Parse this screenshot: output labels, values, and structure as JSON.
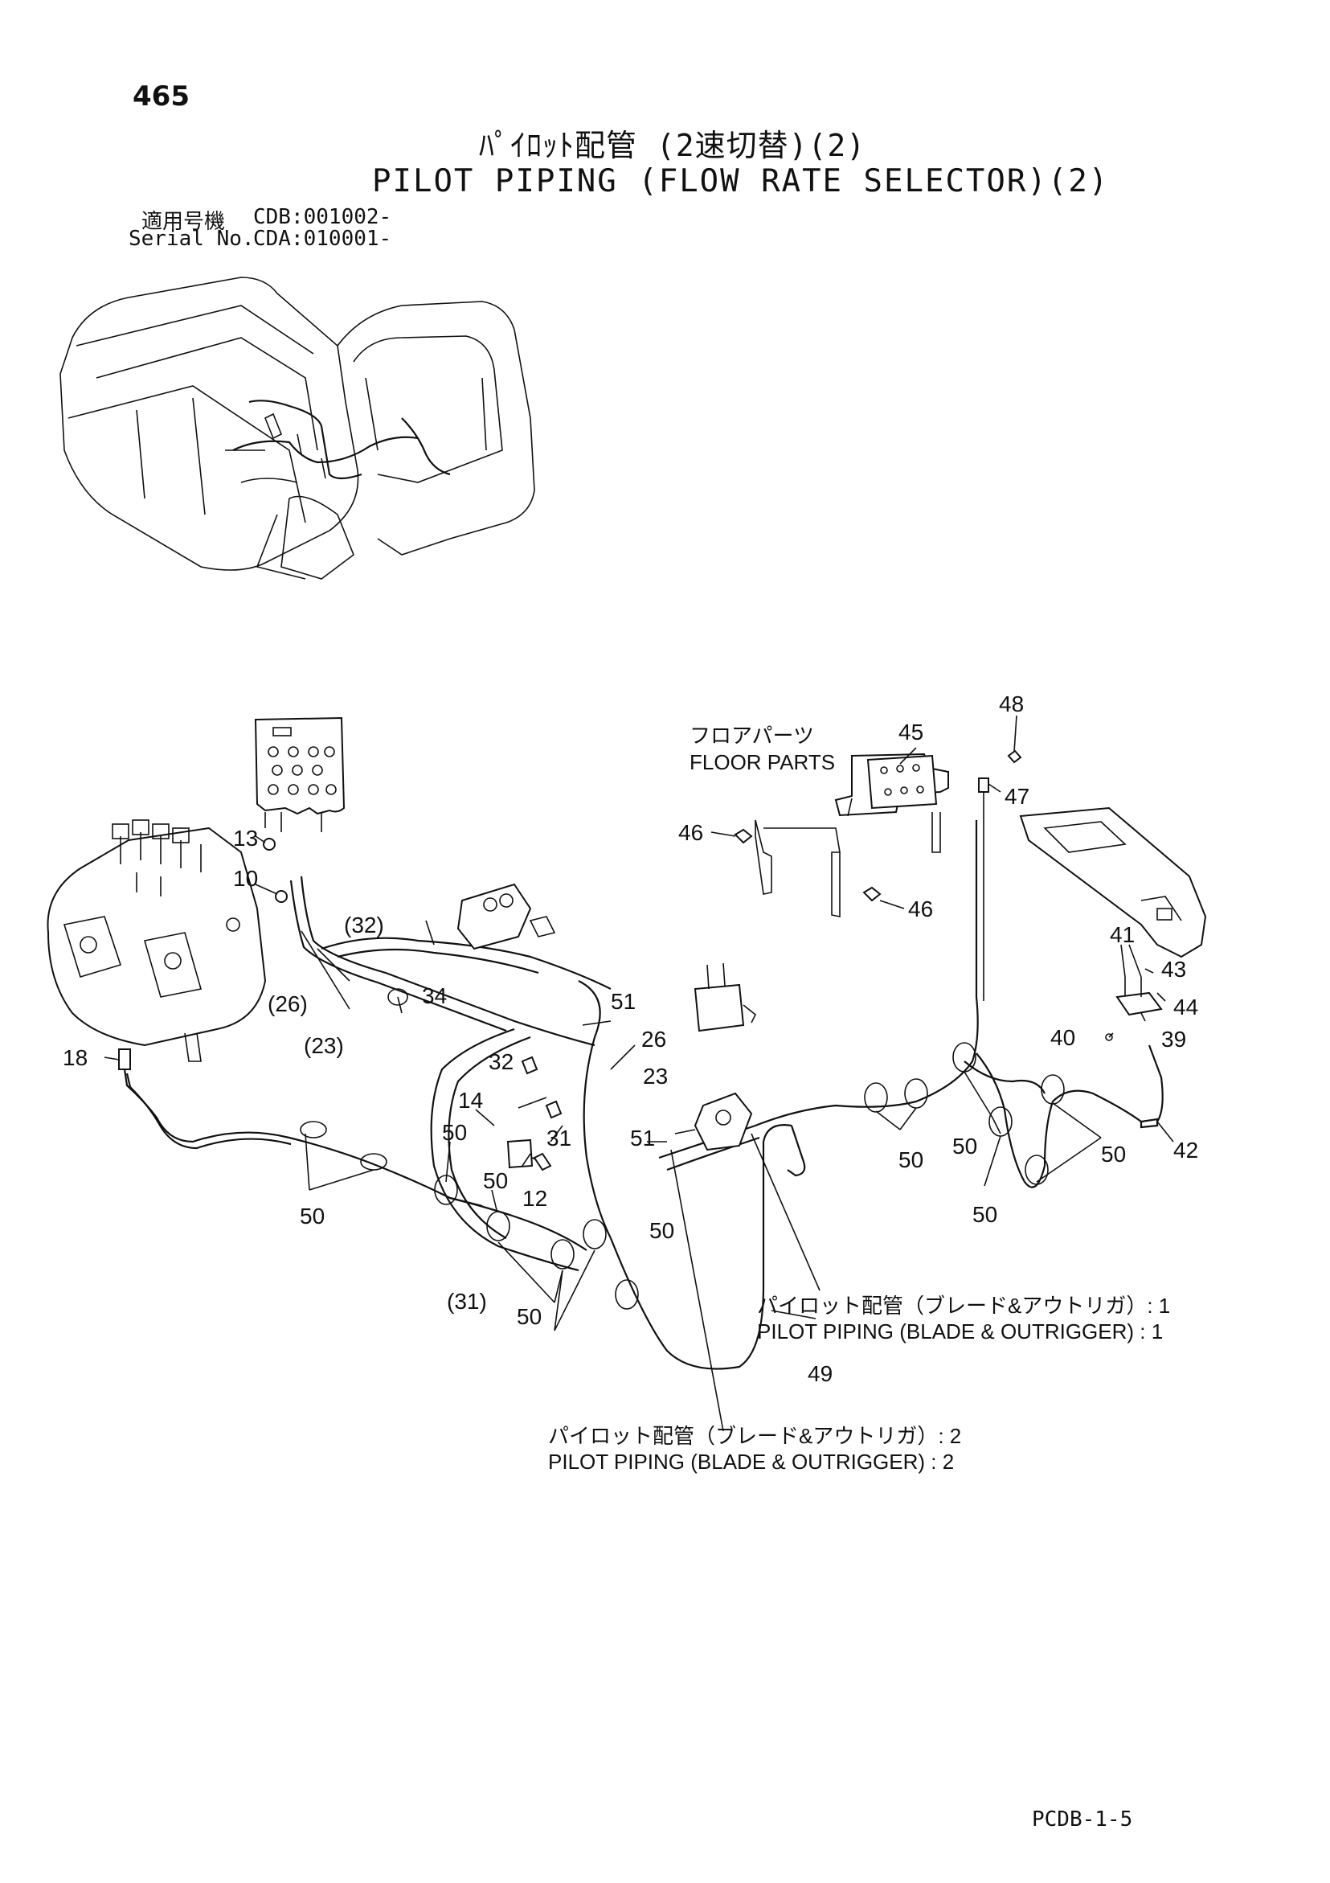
{
  "page": {
    "number": "465",
    "title_jp": "ﾊﾟｲﾛｯﾄ配管 (2速切替)(2)",
    "title_en": "PILOT PIPING (FLOW RATE SELECTOR)(2)",
    "serial": {
      "label_jp": "適用号機",
      "value_jp": "CDB:001002-",
      "label_en": "Serial No.",
      "value_en": "CDA:010001-"
    },
    "code": "PCDB-1-5"
  },
  "annotations": {
    "floor_parts_jp": "フロアパーツ",
    "floor_parts_en": "FLOOR PARTS",
    "blade_1_jp": "パイロット配管（ブレード&アウトリガ）: 1",
    "blade_1_en": "PILOT PIPING (BLADE & OUTRIGGER) : 1",
    "blade_2_jp": "パイロット配管（ブレード&アウトリガ）: 2",
    "blade_2_en": "PILOT PIPING (BLADE & OUTRIGGER) : 2"
  },
  "callouts": [
    "48",
    "45",
    "47",
    "46",
    "46",
    "13",
    "10",
    "(32)",
    "34",
    "51",
    "(26)",
    "(23)",
    "26",
    "23",
    "32",
    "18",
    "14",
    "31",
    "51",
    "50",
    "50",
    "12",
    "50",
    "50",
    "(31)",
    "50",
    "41",
    "43",
    "44",
    "40",
    "39",
    "50",
    "50",
    "42",
    "50",
    "50",
    "49"
  ]
}
